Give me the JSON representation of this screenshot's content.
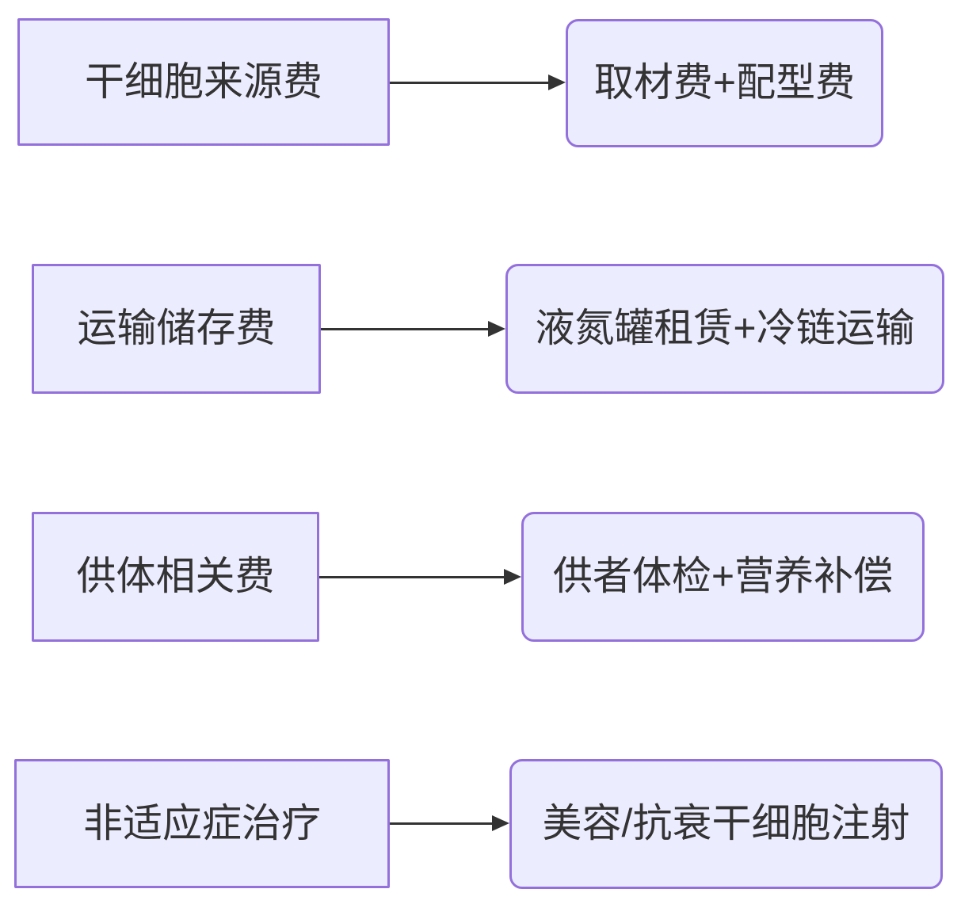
{
  "colors": {
    "node_fill": "#ECECFF",
    "node_border": "#9370DB",
    "edge": "#333333",
    "text": "#333333",
    "background": "#FFFFFF"
  },
  "diagram": {
    "type": "flowchart",
    "direction": "left-to-right",
    "rows": [
      {
        "source": {
          "label": "干细胞来源费",
          "shape": "rectangle"
        },
        "target": {
          "label": "取材费+配型费",
          "shape": "rounded-rectangle"
        }
      },
      {
        "source": {
          "label": "运输储存费",
          "shape": "rectangle"
        },
        "target": {
          "label": "液氮罐租赁+冷链运输",
          "shape": "rounded-rectangle"
        }
      },
      {
        "source": {
          "label": "供体相关费",
          "shape": "rectangle"
        },
        "target": {
          "label": "供者体检+营养补偿",
          "shape": "rounded-rectangle"
        }
      },
      {
        "source": {
          "label": "非适应症治疗",
          "shape": "rectangle"
        },
        "target": {
          "label": "美容/抗衰干细胞注射",
          "shape": "rounded-rectangle"
        }
      }
    ]
  }
}
